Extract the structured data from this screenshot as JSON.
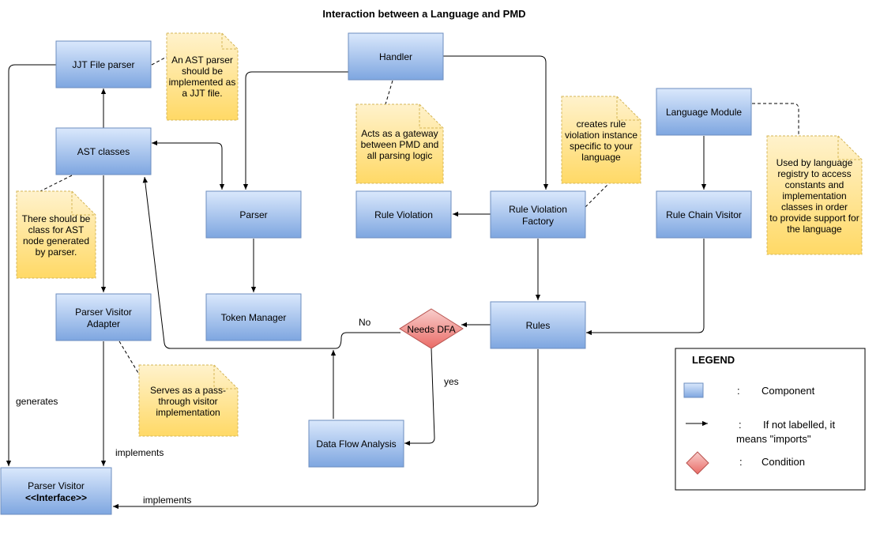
{
  "title": "Interaction between a Language and PMD",
  "colors": {
    "component_fill_top": "#dae8fc",
    "component_fill_bottom": "#7ea6e0",
    "component_stroke": "#6c8ebf",
    "note_fill_top": "#fff2cc",
    "note_fill_bottom": "#ffd966",
    "note_stroke": "#d6b656",
    "condition_fill_top": "#f8cecc",
    "condition_fill_bottom": "#ea6b66",
    "condition_stroke": "#b85450"
  },
  "components": {
    "jjt_file_parser": [
      "JJT File parser"
    ],
    "handler": [
      "Handler"
    ],
    "ast_classes": [
      "AST classes"
    ],
    "language_module": [
      "Language Module"
    ],
    "parser": [
      "Parser"
    ],
    "rule_violation": [
      "Rule Violation"
    ],
    "rule_violation_factory": [
      "Rule Violation",
      "Factory"
    ],
    "rule_chain_visitor": [
      "Rule Chain Visitor"
    ],
    "parser_visitor_adapter": [
      "Parser Visitor",
      "Adapter"
    ],
    "token_manager": [
      "Token Manager"
    ],
    "rules": [
      "Rules"
    ],
    "data_flow_analysis": [
      "Data Flow Analysis"
    ],
    "parser_visitor": [
      "Parser Visitor",
      "<<Interface>>"
    ]
  },
  "condition": "Needs DFA",
  "notes": {
    "ast_parser_jjt": [
      "An AST parser",
      "should be",
      "implemented as",
      "a JJT file."
    ],
    "gateway": [
      "Acts as a gateway",
      "between PMD and",
      "all parsing logic"
    ],
    "rule_violation_instance": [
      "creates rule",
      "violation instance",
      "specific to your",
      "language"
    ],
    "language_registry": [
      "Used by language",
      "registry to access",
      "constants and",
      "implementation",
      "classes in order",
      "to provide support for",
      "the language"
    ],
    "ast_node_class": [
      "There should be",
      "class for AST",
      "node generated",
      "by parser."
    ],
    "pass_through_visitor": [
      "Serves as a pass-",
      "through visitor",
      "implementation"
    ]
  },
  "edge_labels": {
    "generates": "generates",
    "implements_adapter": "implements",
    "implements_rules": "implements",
    "no": "No",
    "yes": "yes"
  },
  "legend": {
    "title": "LEGEND",
    "component_sep": ":",
    "component": "Component",
    "arrow_sep": ":",
    "arrow_line1": "If not labelled, it",
    "arrow_line2": "means \"imports\"",
    "condition_sep": ":",
    "condition": "Condition"
  }
}
